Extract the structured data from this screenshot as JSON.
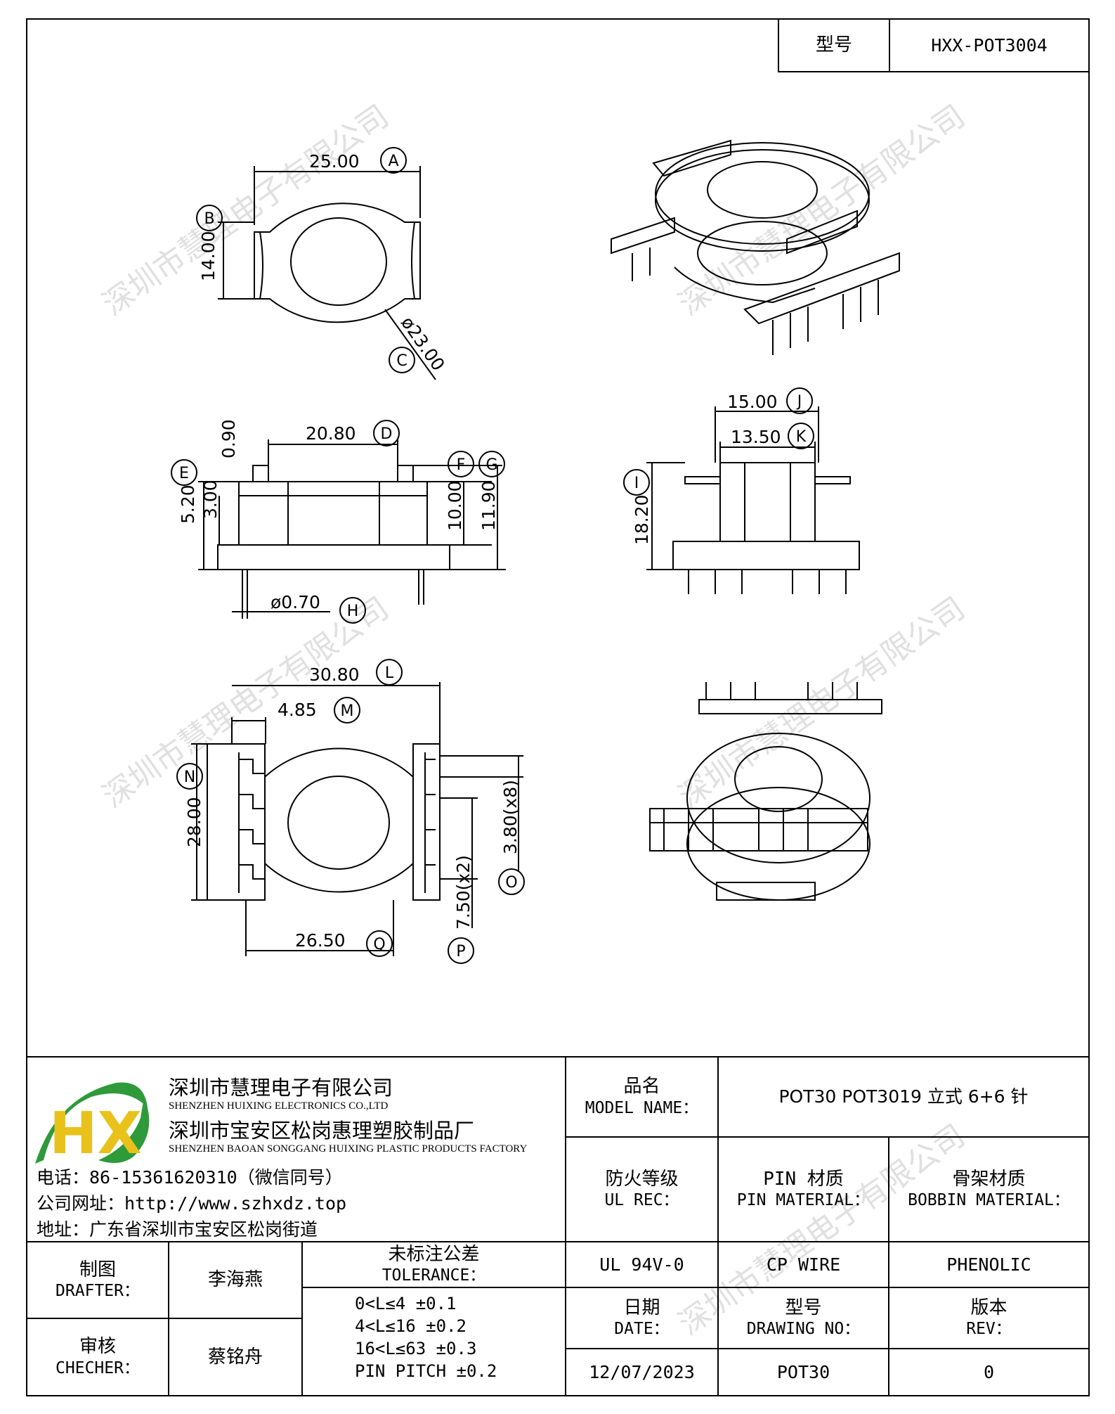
{
  "header": {
    "model_label": "型号",
    "model_value": "HXX-POT3004"
  },
  "drawing": {
    "dims": {
      "A": "25.00",
      "B": "14.00",
      "C": "ø23.00",
      "D": "20.80",
      "E": "5.20",
      "E2": "3.00",
      "F_top": "0.90",
      "F": "10.00",
      "G": "11.90",
      "H": "ø0.70",
      "J": "15.00",
      "K": "13.50",
      "I": "18.20",
      "L": "30.80",
      "M": "4.85",
      "N": "28.00",
      "O": "3.80(x8)",
      "P": "7.50(x2)",
      "Q": "26.50"
    },
    "letters": [
      "A",
      "B",
      "C",
      "D",
      "E",
      "F",
      "G",
      "H",
      "I",
      "J",
      "K",
      "L",
      "M",
      "N",
      "O",
      "P",
      "Q"
    ],
    "watermark": "深圳市慧理电子有限公司"
  },
  "company": {
    "name_cn": "深圳市慧理电子有限公司",
    "name_en": "SHENZHEN HUIXING ELECTRONICS CO.,LTD",
    "factory_cn": "深圳市宝安区松岗惠理塑胶制品厂",
    "factory_en": "SHENZHEN BAOAN SONGGANG HUIXING PLASTIC PRODUCTS FACTORY",
    "phone": "电话：86-15361620310（微信同号）",
    "website": "公司网址：http://www.szhxdz.top",
    "address": "地址：广东省深圳市宝安区松岗街道",
    "logo_text": "HX",
    "brand_colors": {
      "green": "#2e9a3a",
      "yellow": "#e8c21a",
      "blue": "#1f6fb5"
    }
  },
  "table": {
    "model_name_cn": "品名",
    "model_name_en": "MODEL NAME：",
    "model_name_value": "POT30 POT3019 立式 6+6 针",
    "ul_cn": "防火等级",
    "ul_en": "UL REC：",
    "pin_cn": "PIN 材质",
    "pin_en": "PIN MATERIAL：",
    "bobbin_cn": "骨架材质",
    "bobbin_en": "BOBBIN MATERIAL：",
    "ul_value": "UL 94V-0",
    "pin_value": "CP WIRE",
    "bobbin_value": "PHENOLIC",
    "date_cn": "日期",
    "date_en": "DATE：",
    "drawing_no_cn": "型号",
    "drawing_no_en": "DRAWING NO：",
    "rev_cn": "版本",
    "rev_en": "REV：",
    "date_value": "12/07/2023",
    "drawing_no_value": "POT30",
    "rev_value": "0",
    "drafter_cn": "制图",
    "drafter_en": "DRAFTER：",
    "drafter_name": "李海燕",
    "checker_cn": "审核",
    "checker_en": "CHECHER：",
    "checker_name": "蔡铭舟",
    "tolerance_cn": "未标注公差",
    "tolerance_en": "TOLERANCE：",
    "tolerances": [
      "0<L≤4  ±0.1",
      "4<L≤16  ±0.2",
      "16<L≤63  ±0.3",
      "PIN PITCH  ±0.2"
    ]
  }
}
